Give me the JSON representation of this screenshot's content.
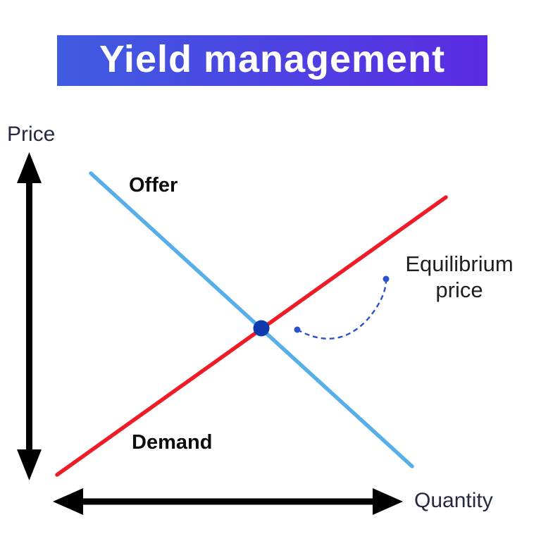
{
  "title": {
    "text": "Yield management"
  },
  "axes": {
    "y_label": "Price",
    "x_label": "Quantity"
  },
  "curves": {
    "offer_label": "Offer",
    "demand_label": "Demand"
  },
  "annotation": {
    "equilibrium_label": "Equilibrium price"
  },
  "colors": {
    "banner-start": "#3f5ce1",
    "banner-end": "#5a2be2",
    "title-text": "#ffffff",
    "axis-label": "#262a40",
    "curve-label": "#0d0d0d",
    "annotation-text": "#1f1f1f",
    "offer-line": "#57aee9",
    "demand-line": "#ee1c26",
    "equilibrium-dot": "#0e3aad",
    "callout": "#2a52cc",
    "axis-arrow": "#000000",
    "background": "#ffffff"
  }
}
